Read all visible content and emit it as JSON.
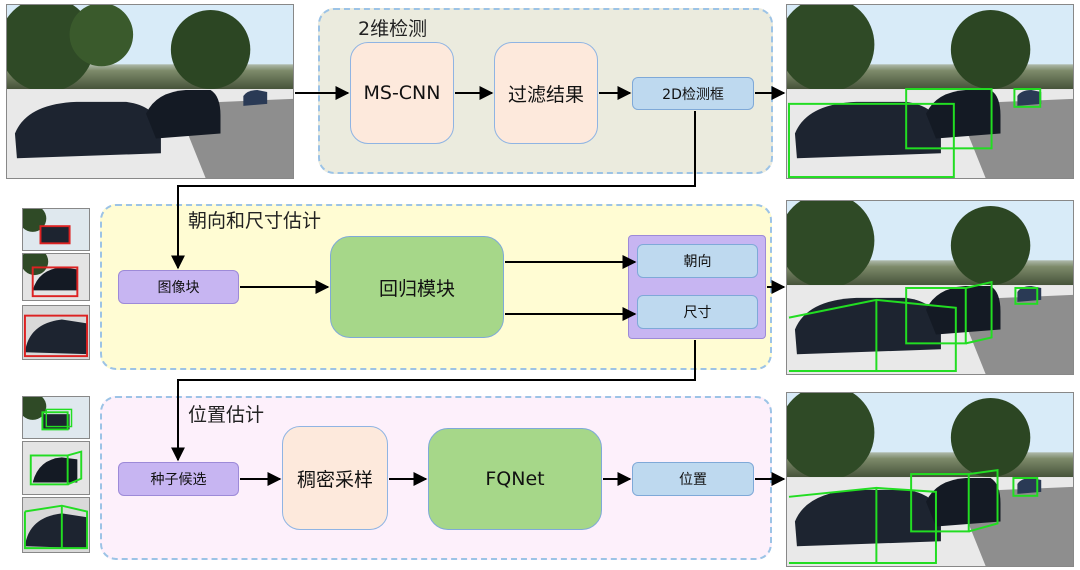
{
  "stages": {
    "detection": {
      "title": "2维检测"
    },
    "orientation": {
      "title": "朝向和尺寸估计"
    },
    "position": {
      "title": "位置估计"
    }
  },
  "nodes": {
    "ms_cnn": "MS-CNN",
    "filter": "过滤结果",
    "box2d": "2D检测框",
    "patch": "图像块",
    "regress": "回归模块",
    "orient": "朝向",
    "size": "尺寸",
    "seeds": "种子候选",
    "sampling": "稠密采样",
    "fqnet": "FQNet",
    "location": "位置"
  },
  "colors": {
    "stage_detection": "#ebebde",
    "stage_orientation": "#fffcd3",
    "stage_position": "#fdf0fb",
    "dashed_border": "#9cc3e6",
    "peach_box": "#fde9dc",
    "green_box": "#a6d789",
    "blue_box": "#bed9ef",
    "purple_box": "#c7b5f2",
    "detection_overlay": "#22dd22",
    "crop_border": "#dd2222"
  },
  "images": [
    {
      "name": "input-photo",
      "icon": "street-scene"
    },
    {
      "name": "result-2d-boxes",
      "icon": "street-scene-2d-boxes"
    },
    {
      "name": "result-partial-3d",
      "icon": "street-scene-3d-boxes"
    },
    {
      "name": "result-final-3d",
      "icon": "street-scene-3d-boxes"
    }
  ]
}
